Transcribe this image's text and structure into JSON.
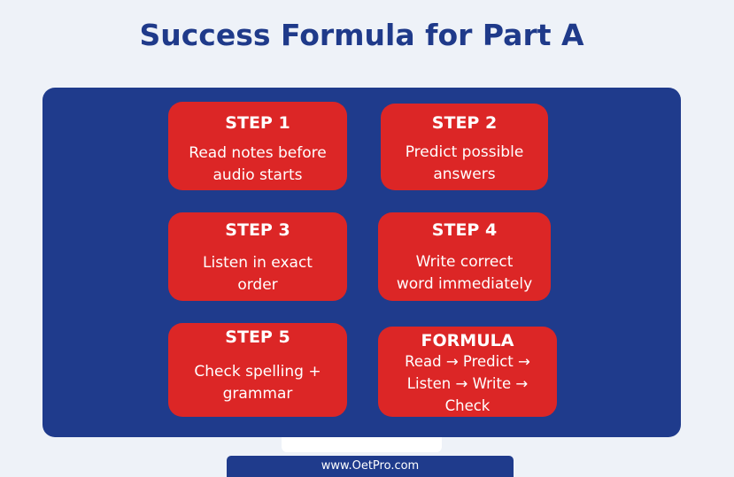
{
  "title": "Success Formula for Part A",
  "colors": {
    "background": "#eef2f8",
    "title": "#1f3a8a",
    "panel": "#1f3b8c",
    "card": "#dc2626",
    "card_text": "#ffffff"
  },
  "cards": [
    {
      "heading": "STEP 1",
      "lines": [
        "Read notes before",
        "audio starts"
      ]
    },
    {
      "heading": "STEP 2",
      "lines": [
        "Predict possible",
        "answers"
      ]
    },
    {
      "heading": "STEP 3",
      "lines": [
        "Listen in exact",
        "order"
      ]
    },
    {
      "heading": "STEP 4",
      "lines": [
        "Write correct",
        "word immediately"
      ]
    },
    {
      "heading": "STEP 5",
      "lines": [
        "Check spelling +",
        "grammar"
      ]
    },
    {
      "heading": "FORMULA",
      "lines": [
        "Read → Predict →",
        "Listen → Write →",
        "Check"
      ]
    }
  ],
  "footer": {
    "website": "www.OetPro.com"
  }
}
